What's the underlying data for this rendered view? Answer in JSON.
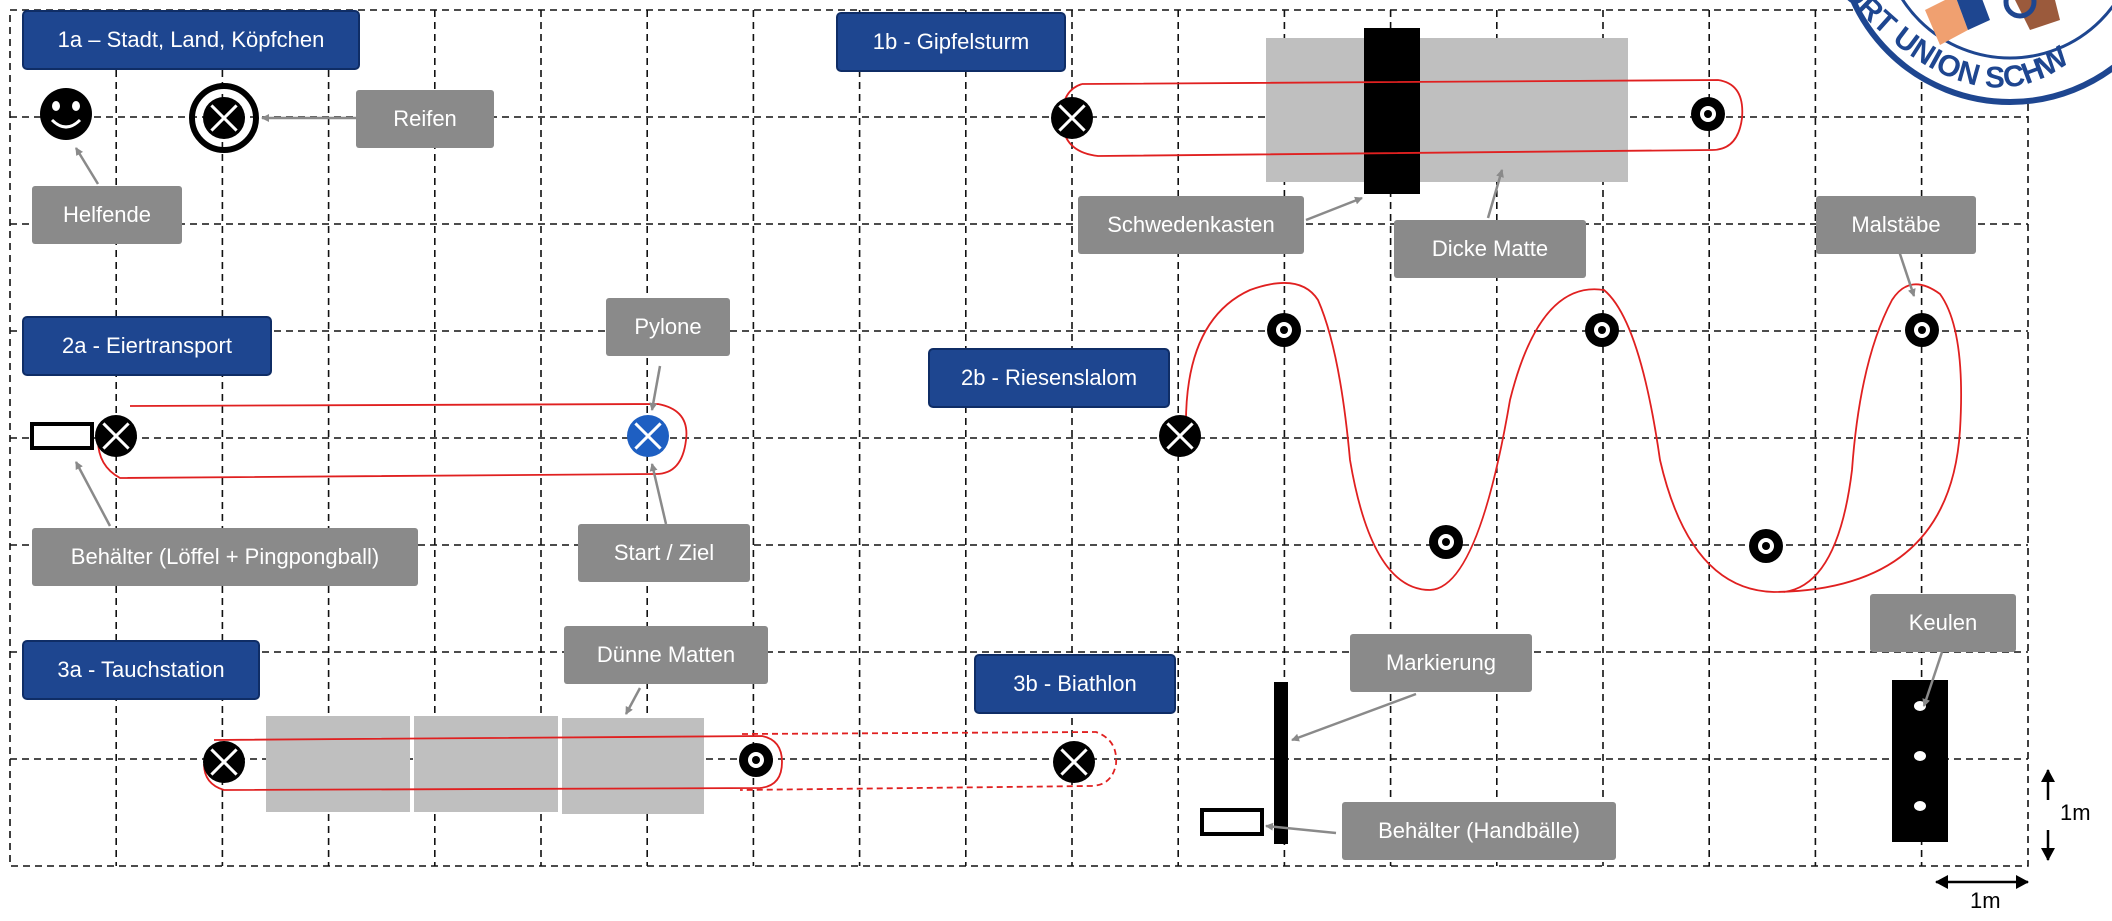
{
  "stations": {
    "s1a": {
      "title": "1a – Stadt, Land, Köpfchen"
    },
    "s1b": {
      "title": "1b - Gipfelsturm"
    },
    "s2a": {
      "title": "2a - Eiertransport"
    },
    "s2b": {
      "title": "2b - Riesenslalom"
    },
    "s3a": {
      "title": "3a - Tauchstation"
    },
    "s3b": {
      "title": "3b - Biathlon"
    }
  },
  "labels": {
    "reifen": "Reifen",
    "helfende": "Helfende",
    "schwedenkasten": "Schwedenkasten",
    "dicke_matte": "Dicke Matte",
    "malstaebe": "Malstäbe",
    "pylone": "Pylone",
    "behaelter_loeffel": "Behälter (Löffel + Pingpongball)",
    "start_ziel": "Start / Ziel",
    "duenne_matten": "Dünne Matten",
    "markierung": "Markierung",
    "behaelter_handbaelle": "Behälter (Handbälle)",
    "keulen": "Keulen"
  },
  "scale": {
    "vertical": "1m",
    "horizontal": "1m"
  },
  "logo": {
    "text": "ORT UNION SCHW",
    "color": "#1e4690"
  },
  "colors": {
    "title_bg": "#1e4690",
    "label_bg": "#8a8a8a",
    "path": "#e02020",
    "mat": "#bfbfbf",
    "pylon": "#1e5fc2"
  }
}
